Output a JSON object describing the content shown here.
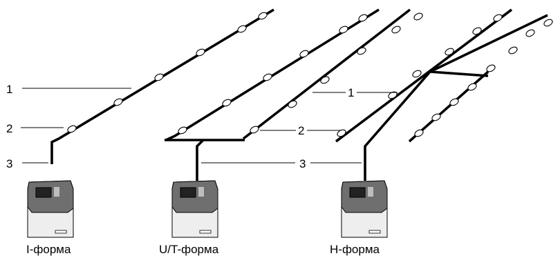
{
  "captions": {
    "i_form": "I-форма",
    "ut_form": "U/T-форма",
    "h_form": "H-форма"
  },
  "callouts": {
    "left_1": "1",
    "left_2": "2",
    "left_3": "3",
    "mid_1": "1",
    "mid_2": "2",
    "mid_3": "3"
  },
  "colors": {
    "pipe": "#000000",
    "device_body": "#eeeeee",
    "device_top": "#6f6f6f"
  }
}
